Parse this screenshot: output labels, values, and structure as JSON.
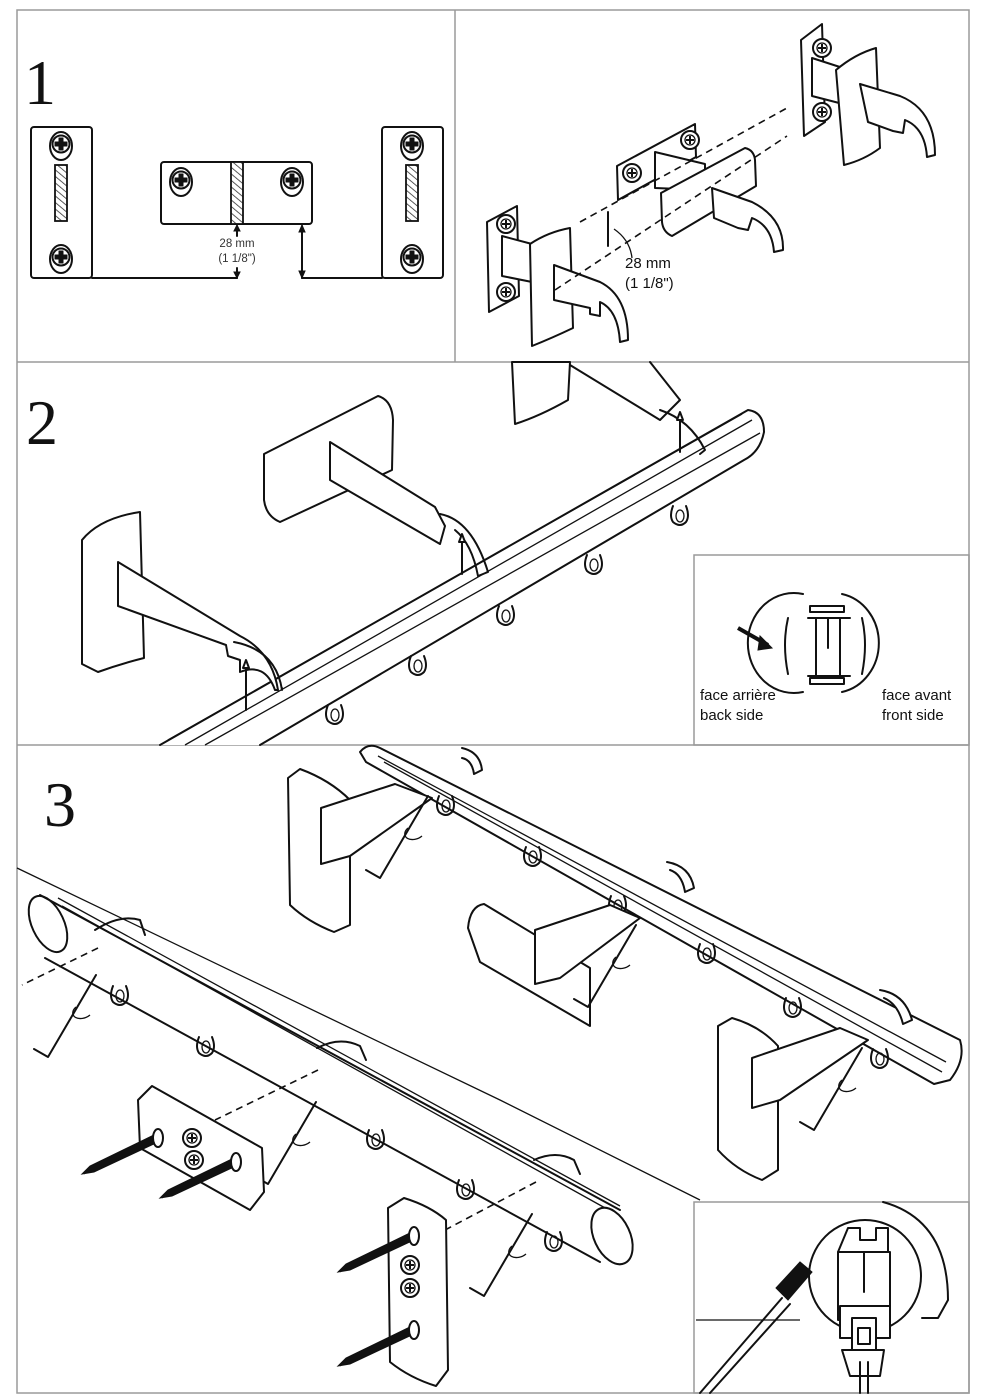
{
  "document": {
    "type": "assembly-instructions",
    "steps": [
      {
        "number": "1",
        "panels": {
          "front_view": {
            "dimension_metric": "28 mm",
            "dimension_imperial": "(1 1/8\")"
          },
          "iso_view": {
            "dimension_metric": "28 mm",
            "dimension_imperial": "(1 1/8\")"
          }
        }
      },
      {
        "number": "2",
        "inset": {
          "back_label_fr": "face arrière",
          "back_label_en": "back side",
          "front_label_fr": "face avant",
          "front_label_en": "front side"
        }
      },
      {
        "number": "3"
      }
    ]
  }
}
